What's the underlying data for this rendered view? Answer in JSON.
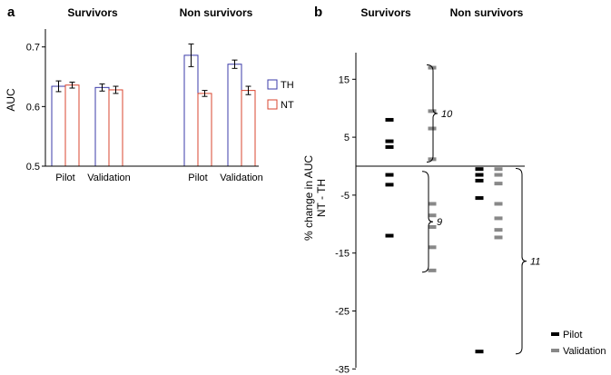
{
  "chart_data": [
    {
      "panel": "a",
      "type": "bar",
      "group_labels": [
        "Survivors",
        "Non survivors"
      ],
      "categories": [
        "Pilot",
        "Validation",
        "Pilot",
        "Validation"
      ],
      "ylabel": "AUC",
      "yticks": [
        "0.5",
        "0.6",
        "0.7"
      ],
      "ylim": [
        0.5,
        0.73
      ],
      "legend": [
        "TH",
        "NT"
      ],
      "legend_position": "right",
      "series": [
        {
          "name": "TH",
          "color": "#3b3ba8",
          "values": [
            0.634,
            0.632,
            0.686,
            0.671
          ],
          "errors": [
            0.009,
            0.006,
            0.019,
            0.007
          ]
        },
        {
          "name": "NT",
          "color": "#d9452f",
          "values": [
            0.636,
            0.628,
            0.622,
            0.627
          ],
          "errors": [
            0.005,
            0.006,
            0.005,
            0.007
          ]
        }
      ]
    },
    {
      "panel": "b",
      "type": "scatter",
      "group_labels": [
        "Survivors",
        "Non survivors"
      ],
      "ylabel_lines": [
        "% change in AUC",
        "NT - TH"
      ],
      "yticks": [
        "15",
        "5",
        "-5",
        "-15",
        "-25",
        "-35"
      ],
      "ylim": [
        -35,
        20
      ],
      "legend": [
        "Pilot",
        "Validation"
      ],
      "legend_position": "bottom-right",
      "series": [
        {
          "name": "Pilot",
          "color": "#000000",
          "group": "Survivors",
          "values": [
            8,
            4.3,
            3.3,
            -1.5,
            -3.2,
            -12
          ]
        },
        {
          "name": "Validation",
          "color": "#888888",
          "group": "Survivors",
          "values": [
            17,
            9.5,
            6.5,
            1.2,
            -6.5,
            -8.5,
            -10.5,
            -14,
            -18
          ]
        },
        {
          "name": "Pilot",
          "color": "#000000",
          "group": "Non survivors",
          "values": [
            -0.5,
            -1.5,
            -2.5,
            -5.5,
            -32
          ]
        },
        {
          "name": "Validation",
          "color": "#888888",
          "group": "Non survivors",
          "values": [
            -0.5,
            -1.5,
            -3,
            -6.5,
            -9,
            -11,
            -12.3
          ]
        }
      ],
      "braces": [
        "10",
        "9",
        "11"
      ]
    }
  ]
}
